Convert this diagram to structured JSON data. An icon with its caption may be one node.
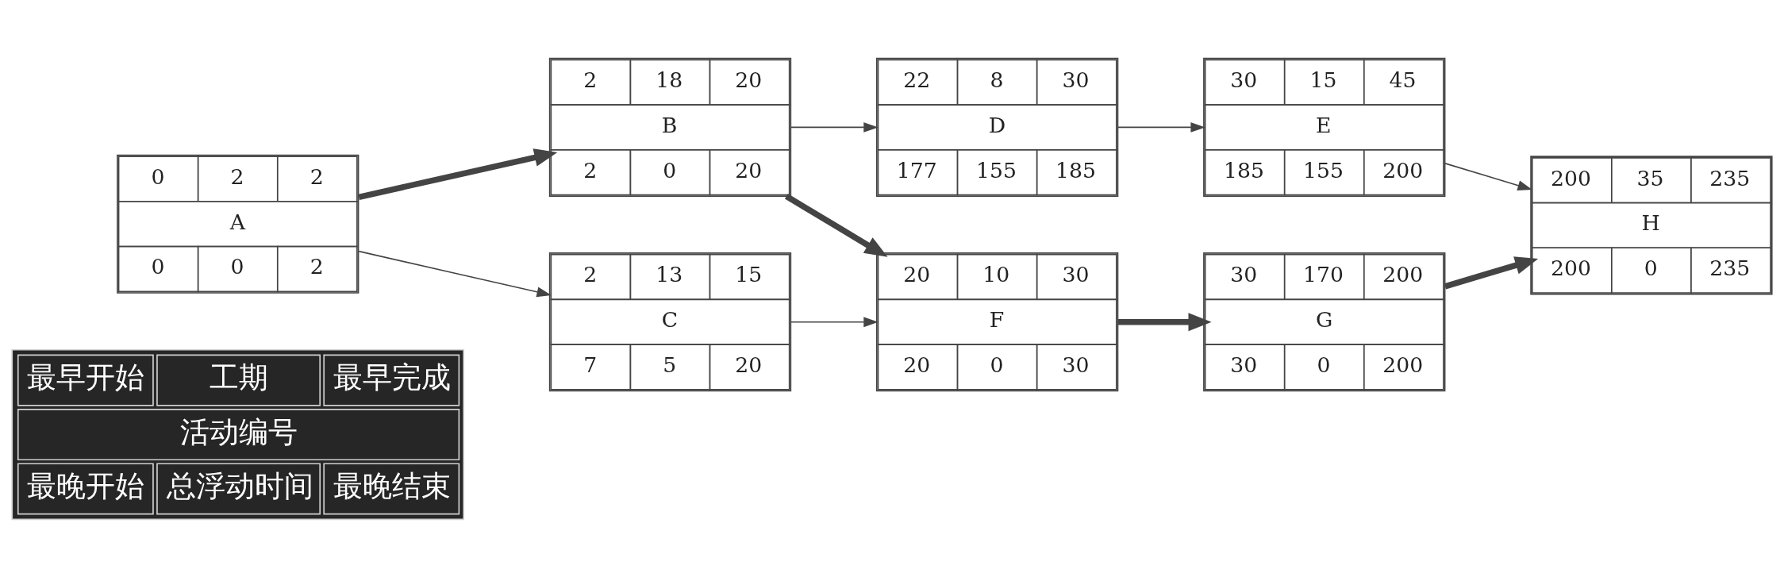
{
  "diagram": {
    "nodes": [
      {
        "text": [
          "最早开始",
          "工期",
          "最早完成",
          "活动编号",
          "最晚开始",
          "总浮动时间",
          "最晚结束"
        ]
      },
      {
        "text": [
          "0",
          "2",
          "2",
          "A",
          "0",
          "0",
          "2"
        ]
      },
      {
        "text": [
          "2",
          "18",
          "20",
          "B",
          "2",
          "0",
          "20"
        ]
      },
      {
        "text": [
          "2",
          "13",
          "15",
          "C",
          "7",
          "5",
          "20"
        ]
      },
      {
        "text": [
          "22",
          "8",
          "30",
          "D",
          "177",
          "155",
          "185"
        ]
      },
      {
        "text": [
          "30",
          "15",
          "45",
          "E",
          "185",
          "155",
          "200"
        ]
      },
      {
        "text": [
          "20",
          "10",
          "30",
          "F",
          "20",
          "0",
          "30"
        ]
      },
      {
        "text": [
          "30",
          "170",
          "200",
          "G",
          "30",
          "0",
          "200"
        ]
      },
      {
        "text": [
          "200",
          "35",
          "235",
          "H",
          "200",
          "0",
          "235"
        ]
      }
    ],
    "edges": [
      {
        "from": 1,
        "to": 2,
        "arrow": "to",
        "style": "thick"
      },
      {
        "from": 1,
        "to": 3,
        "arrow": "to"
      },
      {
        "from": 2,
        "to": 4,
        "arrow": "to"
      },
      {
        "from": 2,
        "to": 6,
        "arrow": "to",
        "style": "thick"
      },
      {
        "from": 3,
        "to": 6,
        "arrow": "to"
      },
      {
        "from": 4,
        "to": 5,
        "arrow": "to"
      },
      {
        "from": 5,
        "to": 8,
        "arrow": "to"
      },
      {
        "from": 6,
        "to": 7,
        "arrow": "to",
        "style": "thick"
      },
      {
        "from": 7,
        "to": 8,
        "arrow": "to",
        "style": "thick"
      }
    ]
  }
}
